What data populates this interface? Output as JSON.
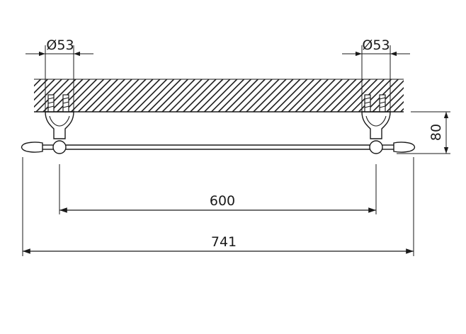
{
  "drawing": {
    "dimensions": {
      "left_diameter": "Ø53",
      "right_diameter": "Ø53",
      "height": "80",
      "center_distance": "600",
      "overall_length": "741"
    },
    "colors": {
      "line": "#1a1a1a",
      "background": "#ffffff"
    }
  }
}
